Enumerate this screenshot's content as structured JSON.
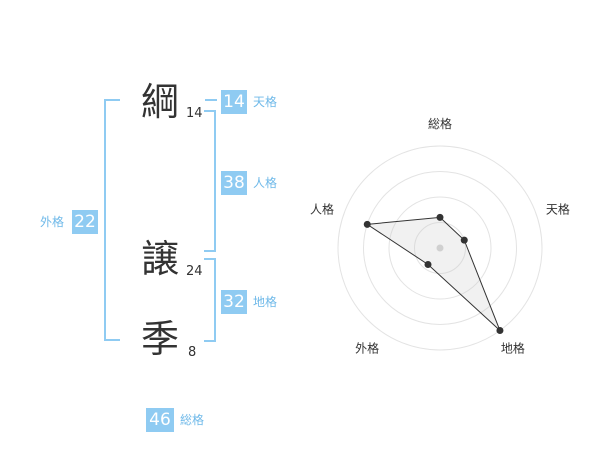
{
  "characters": [
    {
      "char": "綱",
      "strokes": "14"
    },
    {
      "char": "譲",
      "strokes": "24"
    },
    {
      "char": "季",
      "strokes": "8"
    }
  ],
  "fortunes": {
    "tenkaku": {
      "value": "14",
      "label": "天格"
    },
    "jinkaku": {
      "value": "38",
      "label": "人格"
    },
    "chikaku": {
      "value": "32",
      "label": "地格"
    },
    "gaikaku": {
      "value": "22",
      "label": "外格"
    },
    "soukaku": {
      "value": "46",
      "label": "総格"
    }
  },
  "colors": {
    "accent": "#8fcbf2",
    "label_text": "#6fb9e9"
  },
  "chart_data": {
    "type": "radar",
    "axes": [
      "総格",
      "天格",
      "地格",
      "外格",
      "人格"
    ],
    "levels": 4,
    "max": 4,
    "values": [
      1.2,
      1.0,
      4.0,
      0.8,
      3.0
    ]
  }
}
